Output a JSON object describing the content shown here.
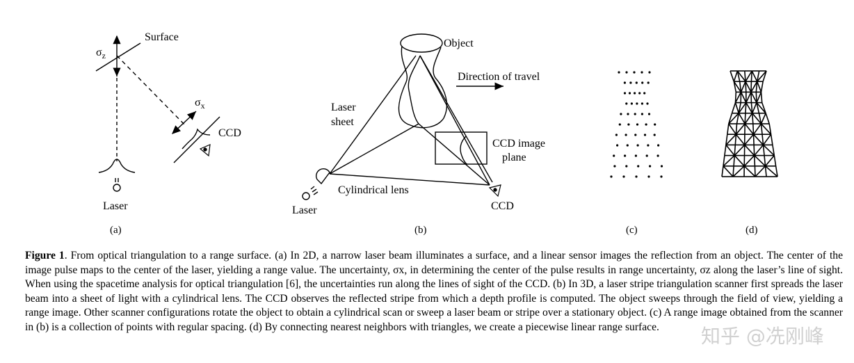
{
  "panel_a": {
    "surface_label": "Surface",
    "sigma_z": "σ",
    "sigma_z_sub": "z",
    "sigma_x": "σ",
    "sigma_x_sub": "x",
    "ccd_label": "CCD",
    "laser_label": "Laser",
    "caption": "(a)"
  },
  "panel_b": {
    "object_label": "Object",
    "direction_label": "Direction of travel",
    "laser_sheet_line1": "Laser",
    "laser_sheet_line2": "sheet",
    "ccd_plane_line1": "CCD image",
    "ccd_plane_line2": "plane",
    "cyl_lens_label": "Cylindrical lens",
    "laser_label": "Laser",
    "ccd_label": "CCD",
    "caption": "(b)"
  },
  "panel_c": {
    "caption": "(c)"
  },
  "panel_d": {
    "caption": "(d)"
  },
  "caption": {
    "figure_label": "Figure 1",
    "text": ". From optical triangulation to a range surface. (a) In 2D, a narrow laser beam illuminates a surface, and a linear sensor images the reflection from an object. The center of the image pulse maps to the center of the laser, yielding a range value. The uncertainty, σx, in determining the center of the pulse results in range uncertainty, σz along the laser’s line of sight. When using the spacetime analysis for optical triangulation [6], the uncertainties run along the lines of sight of the CCD. (b) In 3D, a laser stripe triangulation scanner first spreads the laser beam into a sheet of light with a cylindrical lens. The CCD observes the reflected stripe from which a depth profile is computed. The object sweeps through the field of view, yielding a range image. Other scanner configurations rotate the object to obtain a cylindrical scan or sweep a laser beam or stripe over a stationary object. (c) A range image obtained from the scanner in (b) is a collection of points with regular spacing. (d) By connecting nearest neighbors with triangles, we create a piecewise linear range surface."
  },
  "watermark": "知乎 @冼刚峰"
}
